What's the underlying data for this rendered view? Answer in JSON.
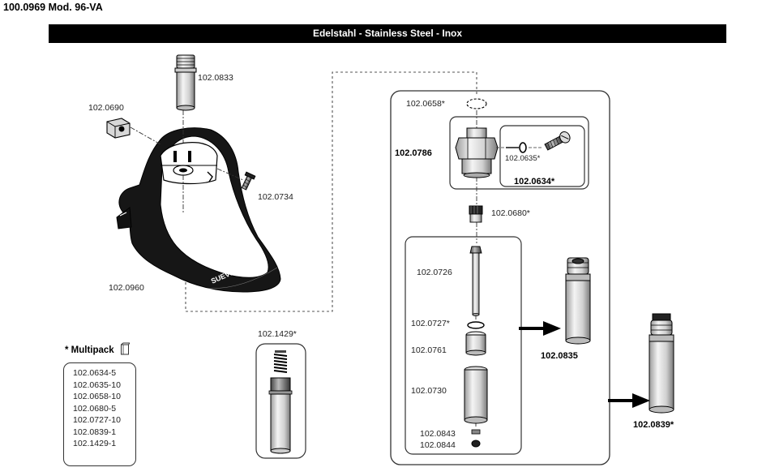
{
  "document": {
    "title": "100.0969 Mod. 96-VA",
    "banner": "Edelstahl - Stainless Steel - Inox"
  },
  "parts": {
    "p0833": "102.0833",
    "p0690": "102.0690",
    "p0734": "102.0734",
    "p0960": "102.0960",
    "p1429": "102.1429*",
    "p0658": "102.0658*",
    "p0786": "102.0786",
    "p0635": "102.0635*",
    "p0634": "102.0634*",
    "p0680": "102.0680*",
    "p0726": "102.0726",
    "p0727": "102.0727*",
    "p0761": "102.0761",
    "p0730": "102.0730",
    "p0843": "102.0843",
    "p0844": "102.0844",
    "p0835": "102.0835",
    "p0839": "102.0839*"
  },
  "bowl_text": "SUEVIA",
  "multipack": {
    "title": "* Multipack",
    "icon": "package-icon",
    "items": [
      "102.0634-5",
      "102.0635-10",
      "102.0658-10",
      "102.0680-5",
      "102.0727-10",
      "102.0839-1",
      "102.1429-1"
    ]
  }
}
